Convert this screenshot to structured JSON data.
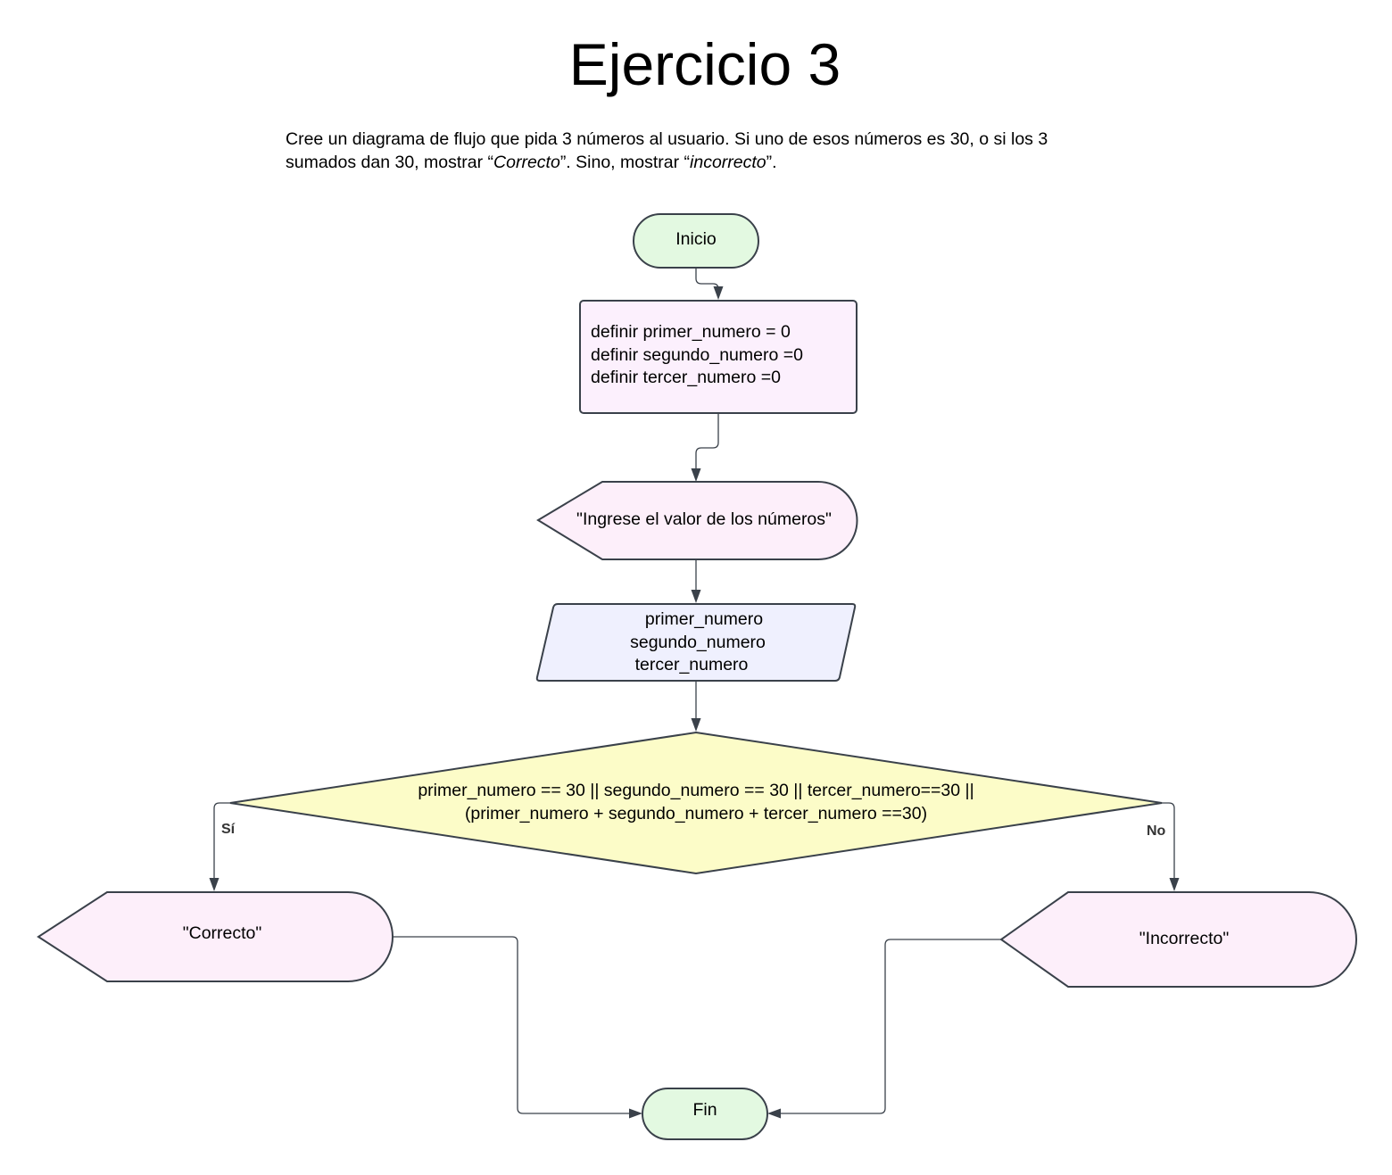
{
  "title": "Ejercicio 3",
  "description": {
    "line1": "Cree un diagrama de flujo que pida 3 números al usuario. Si uno de esos números es 30, o si los 3",
    "line2_a": "sumados dan 30, mostrar “",
    "line2_b": "Correcto",
    "line2_c": "”. Sino, mostrar “",
    "line2_d": "incorrecto",
    "line2_e": "”."
  },
  "nodes": {
    "inicio": "Inicio",
    "definir": [
      "definir primer_numero = 0",
      "definir segundo_numero =0",
      "definir tercer_numero =0"
    ],
    "mensaje": "\"Ingrese el valor de los números\"",
    "entrada": [
      "primer_numero",
      "segundo_numero",
      "tercer_numero"
    ],
    "condicion": [
      "primer_numero == 30 || segundo_numero == 30 || tercer_numero==30 ||",
      "(primer_numero + segundo_numero + tercer_numero ==30)"
    ],
    "correcto": "\"Correcto\"",
    "incorrecto": "\"Incorrecto\"",
    "fin": "Fin"
  },
  "branches": {
    "yes": "Sí",
    "no": "No"
  },
  "colors": {
    "terminal": "#e3f9e1",
    "process": "#fcf0fd",
    "display": "#fdeffa",
    "io": "#eff0fe",
    "decision": "#fcfcc8",
    "stroke": "#3a414a"
  }
}
